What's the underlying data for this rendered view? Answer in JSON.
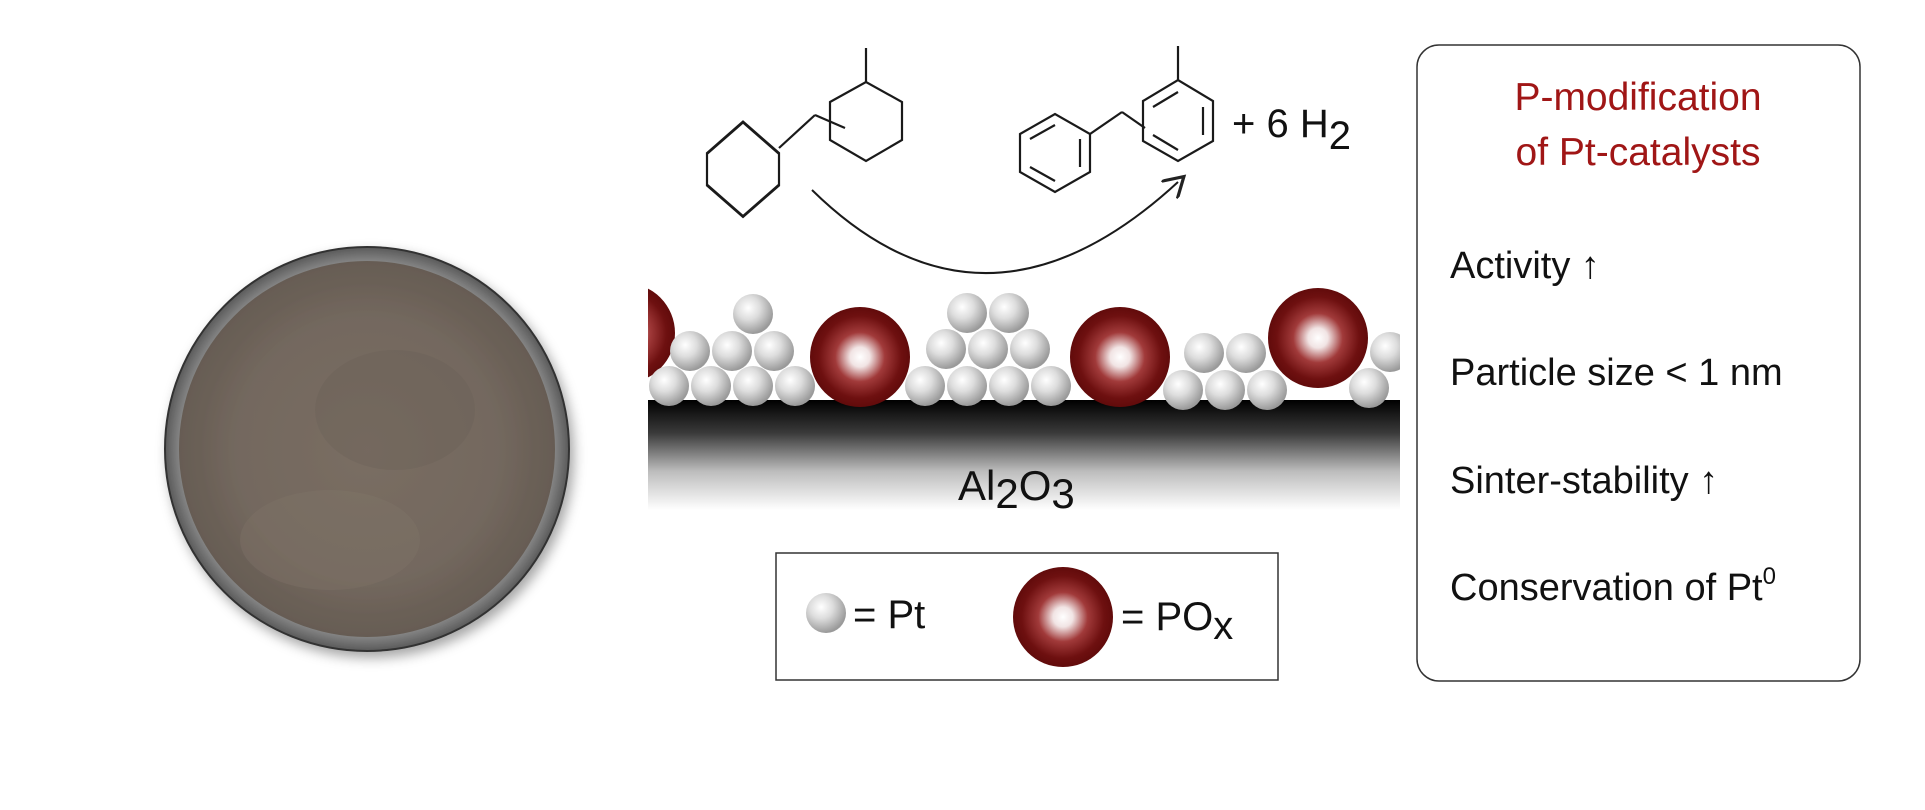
{
  "reaction": {
    "plus_text": "+ 6 H",
    "h2_subscript": "2"
  },
  "support": {
    "label_main": "Al",
    "label_sub1": "2",
    "label_o": "O",
    "label_sub2": "3"
  },
  "legend": {
    "pt_label": "= Pt",
    "pox_label_main": "= PO",
    "pox_label_sub": "x"
  },
  "panel": {
    "title_line1": "P-modification",
    "title_line2": "of Pt-catalysts",
    "items": [
      {
        "text": "Activity ↑"
      },
      {
        "text": "Particle size < 1 nm"
      },
      {
        "text": "Sinter-stability ↑"
      },
      {
        "text": "Conservation of Pt",
        "superscript": "0"
      }
    ]
  },
  "colors": {
    "title_red": "#a01616",
    "powder": "#756a60",
    "pox_dark": "#6b0d0d",
    "pt_gray": "#c9c9c9"
  }
}
